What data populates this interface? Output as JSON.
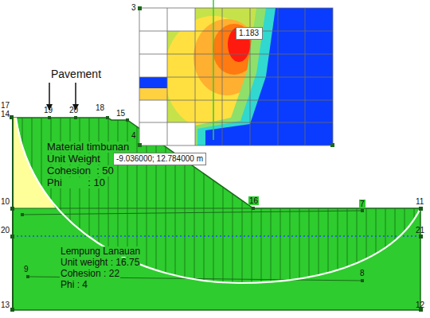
{
  "diagram": {
    "nodes": [
      {
        "text": [
          "-9.036000; 12.784000 m"
        ]
      },
      {
        "text": [
          "1.183"
        ]
      }
    ],
    "labels": [
      "Pavement",
      "3",
      "4",
      "17",
      "14",
      "19",
      "20",
      "18",
      "15",
      "16",
      "10",
      "11",
      "7",
      "20",
      "21",
      "9",
      "8",
      "13",
      "12",
      "Material timbunan",
      "Unit Weight",
      "Cohesion  : 50",
      "Phi         : 10",
      "Lempung Lanauan",
      "Unit weight : 16.75",
      "Cohesion : 22",
      "Phi : 4"
    ]
  }
}
